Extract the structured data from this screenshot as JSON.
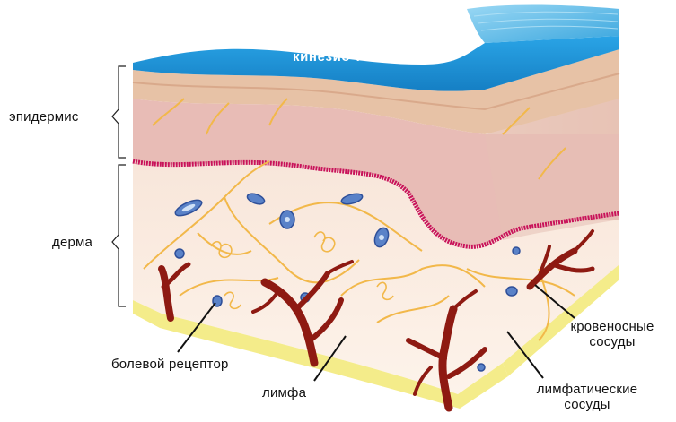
{
  "tape_label": "кинезио тейп",
  "labels": {
    "epidermis": "эпидермис",
    "dermis": "дерма",
    "pain_receptor": "болевой рецептор",
    "lymph": "лимфа",
    "blood_vessels_line1": "кровеносные",
    "blood_vessels_line2": "сосуды",
    "lymph_vessels_line1": "лимфатические",
    "lymph_vessels_line2": "сосуды"
  },
  "colors": {
    "tape": "#1b8fd6",
    "epidermis": "#e7c2a6",
    "dermis_upper": "#e8bcb6",
    "dermis_lower": "#fbeee4",
    "basement_membrane": "#c8135a",
    "blood_vessel": "#8e1a12",
    "lymph_vessel": "#f2b84a",
    "fat_layer": "#f4ec8a"
  }
}
